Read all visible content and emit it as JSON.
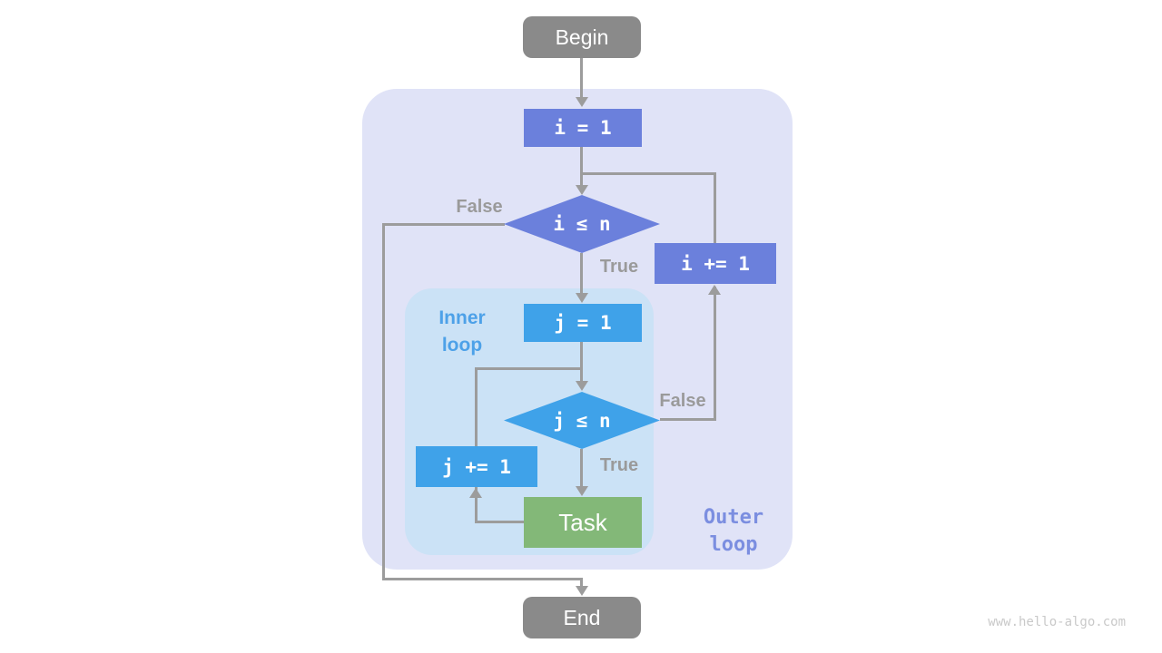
{
  "diagram": {
    "nodes": {
      "begin": {
        "label": "Begin"
      },
      "i_init": {
        "label": "i = 1"
      },
      "i_cond": {
        "label": "i ≤ n"
      },
      "i_incr": {
        "label": "i += 1"
      },
      "j_init": {
        "label": "j = 1"
      },
      "j_cond": {
        "label": "j ≤ n"
      },
      "j_incr": {
        "label": "j += 1"
      },
      "task": {
        "label": "Task"
      },
      "end": {
        "label": "End"
      }
    },
    "edge_labels": {
      "outer_false": "False",
      "outer_true": "True",
      "inner_false": "False",
      "inner_true": "True"
    },
    "regions": {
      "inner_loop": {
        "line1": "Inner",
        "line2": "loop"
      },
      "outer_loop": {
        "line1": "Outer",
        "line2": "loop"
      }
    },
    "colors": {
      "outer_region_bg": "#E0E3F7",
      "inner_region_bg": "#CBE2F6",
      "terminal_bg": "#8A8A8A",
      "outer_node_bg": "#6B80DC",
      "inner_node_bg": "#3FA2E9",
      "task_bg": "#83B878",
      "edge": "#9C9C9C",
      "edge_label": "#9A9A9A",
      "inner_label": "#4DA1E8",
      "outer_label": "#7B8EE0",
      "watermark": "#C9C9C9"
    },
    "watermark": "www.hello-algo.com"
  }
}
